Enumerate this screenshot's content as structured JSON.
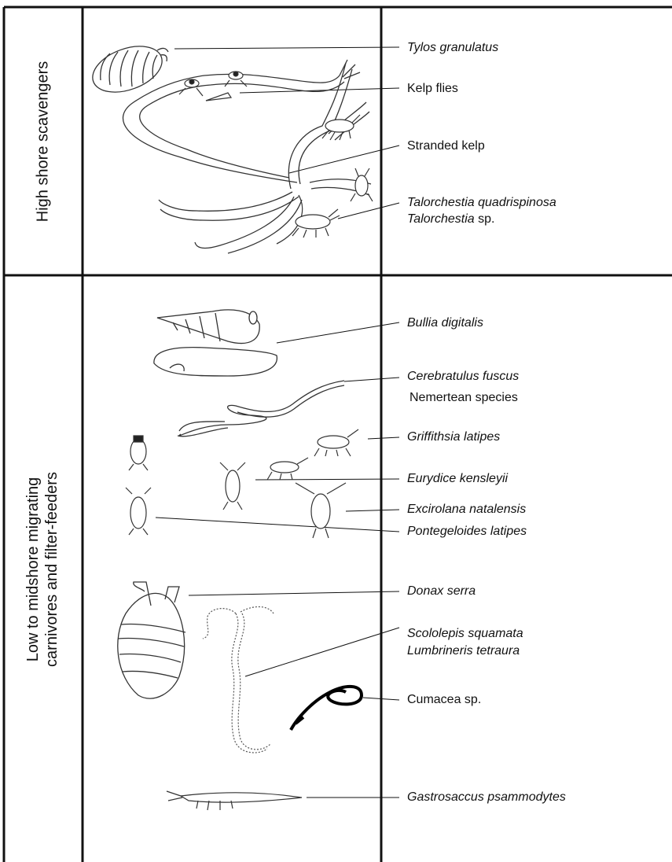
{
  "rows": [
    {
      "label_lines": [
        "High shore scavengers"
      ],
      "species": [
        {
          "text": "Tylos granulatus",
          "italic": true
        },
        {
          "text": "Kelp flies",
          "italic": false
        },
        {
          "text": "Stranded kelp",
          "italic": false
        },
        {
          "text": "Talorchestia quadrispinosa",
          "italic": true
        },
        {
          "text": "Talorchestia sp.",
          "italic": false,
          "mixed": [
            "Talorchestia",
            " sp."
          ]
        }
      ]
    },
    {
      "label_lines": [
        "Low to midshore migrating",
        "carnivores and filter-feeders"
      ],
      "species": [
        {
          "text": "Bullia digitalis",
          "italic": true
        },
        {
          "text": "Cerebratulus fuscus",
          "italic": true
        },
        {
          "text": "Nemertean species",
          "italic": false
        },
        {
          "text": "Griffithsia latipes",
          "italic": true
        },
        {
          "text": "Eurydice kensleyii",
          "italic": true
        },
        {
          "text": "Excirolana natalensis",
          "italic": true
        },
        {
          "text": "Pontegeloides latipes",
          "italic": true
        },
        {
          "text": "Donax serra",
          "italic": true
        },
        {
          "text": "Scololepis squamata",
          "italic": true
        },
        {
          "text": "Lumbrineris tetraura",
          "italic": true
        },
        {
          "text": "Cumacea sp.",
          "italic": false
        },
        {
          "text": "Gastrosaccus psammodytes",
          "italic": true
        }
      ]
    }
  ],
  "icons": [
    "isopod-icon",
    "kelp-fly-icon",
    "kelp-icon",
    "amphipod-icon",
    "whelk-icon",
    "nemertean-worm-icon",
    "isopod-icon",
    "clam-icon",
    "polychaete-worm-icon",
    "cumacean-icon",
    "shrimp-icon"
  ],
  "colors": {
    "line": "#111111",
    "drawing": "#444444",
    "background": "#ffffff"
  }
}
